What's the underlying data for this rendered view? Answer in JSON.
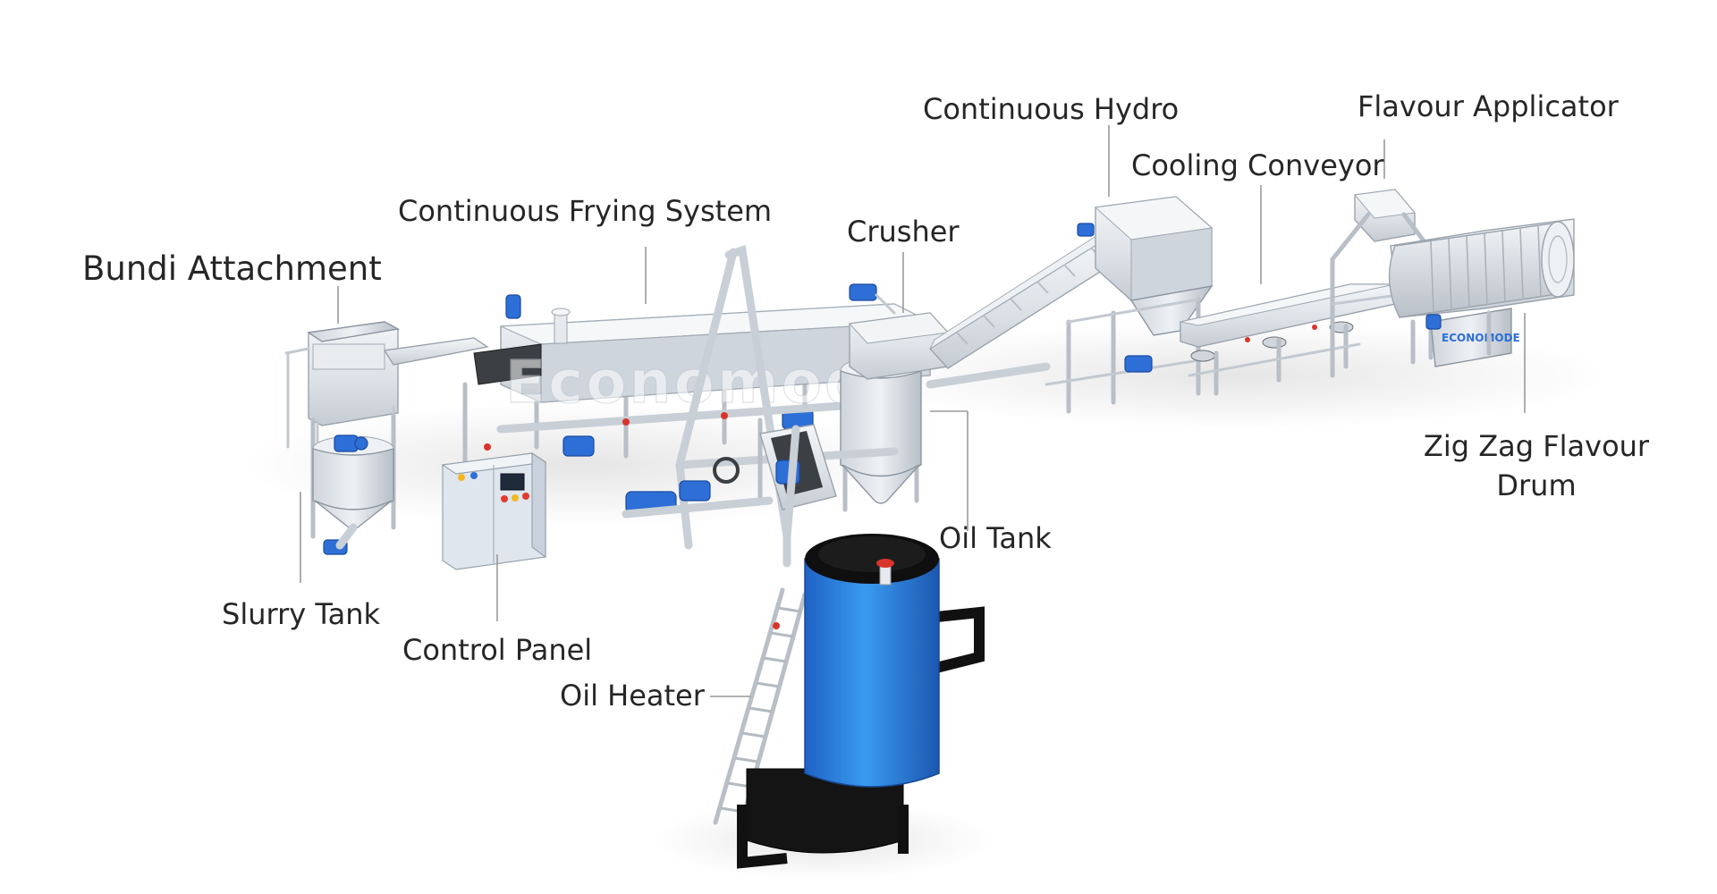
{
  "watermark": "Economode",
  "machines": {
    "zigzag_drum_brand": "ECONOMODE"
  },
  "labels": {
    "bundi_attachment": "Bundi Attachment",
    "continuous_frying_system": "Continuous Frying System",
    "crusher": "Crusher",
    "continuous_hydro": "Continuous Hydro",
    "cooling_conveyor": "Cooling Conveyor",
    "flavour_applicator": "Flavour Applicator",
    "zig_zag_flavour_drum_line1": "Zig Zag Flavour",
    "zig_zag_flavour_drum_line2": "Drum",
    "oil_tank": "Oil Tank",
    "slurry_tank": "Slurry Tank",
    "control_panel": "Control Panel",
    "oil_heater": "Oil Heater"
  },
  "colors": {
    "motor_blue": "#2d6fd6",
    "heater_blue": "#2f8be8",
    "steel": "#dfe3e8",
    "label_text": "#262626",
    "leader_line": "#9a9a9a",
    "panel_screen": "#1e2a3a",
    "panel_button_red": "#e23b2e",
    "panel_button_yellow": "#f2b822"
  }
}
